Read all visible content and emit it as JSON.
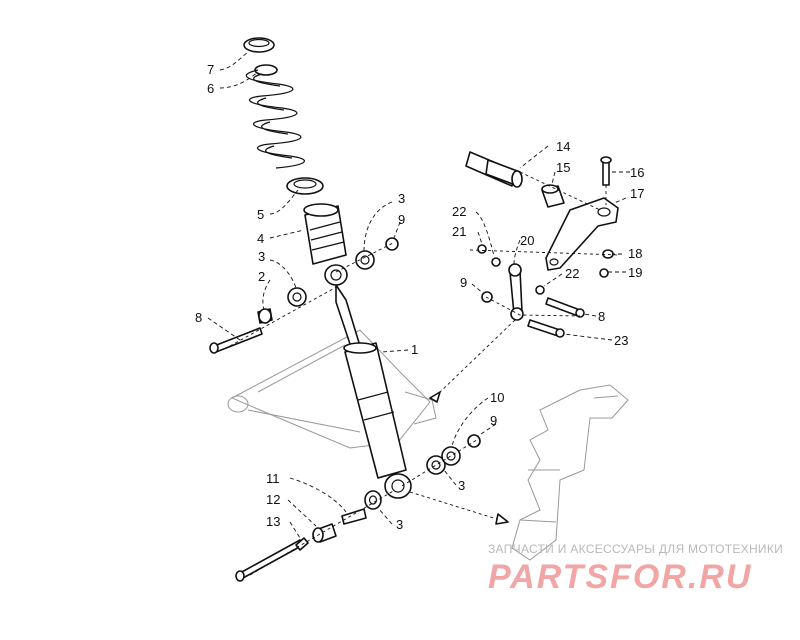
{
  "callouts": [
    {
      "id": "7-top",
      "text": "7"
    },
    {
      "id": "6-top",
      "text": "6"
    },
    {
      "id": "5",
      "text": "5"
    },
    {
      "id": "4",
      "text": "4"
    },
    {
      "id": "3-a",
      "text": "3"
    },
    {
      "id": "9-a",
      "text": "9"
    },
    {
      "id": "3-b",
      "text": "3"
    },
    {
      "id": "2",
      "text": "2"
    },
    {
      "id": "8-a",
      "text": "8"
    },
    {
      "id": "1",
      "text": "1"
    },
    {
      "id": "14",
      "text": "14"
    },
    {
      "id": "15",
      "text": "15"
    },
    {
      "id": "16",
      "text": "16"
    },
    {
      "id": "17",
      "text": "17"
    },
    {
      "id": "22-a",
      "text": "22"
    },
    {
      "id": "21",
      "text": "21"
    },
    {
      "id": "20",
      "text": "20"
    },
    {
      "id": "18",
      "text": "18"
    },
    {
      "id": "19",
      "text": "19"
    },
    {
      "id": "22-b",
      "text": "22"
    },
    {
      "id": "9-b",
      "text": "9"
    },
    {
      "id": "8-b",
      "text": "8"
    },
    {
      "id": "23",
      "text": "23"
    },
    {
      "id": "10",
      "text": "10"
    },
    {
      "id": "9-c",
      "text": "9"
    },
    {
      "id": "3-c",
      "text": "3"
    },
    {
      "id": "11",
      "text": "11"
    },
    {
      "id": "12",
      "text": "12"
    },
    {
      "id": "13",
      "text": "13"
    },
    {
      "id": "3-d",
      "text": "3"
    }
  ],
  "watermark": {
    "tagline": "ЗАПЧАСТИ И АКСЕССУАРЫ ДЛЯ МОТОТЕХНИКИ",
    "logo": "PARTSFOR.RU",
    "color": "#f2a5a5"
  }
}
